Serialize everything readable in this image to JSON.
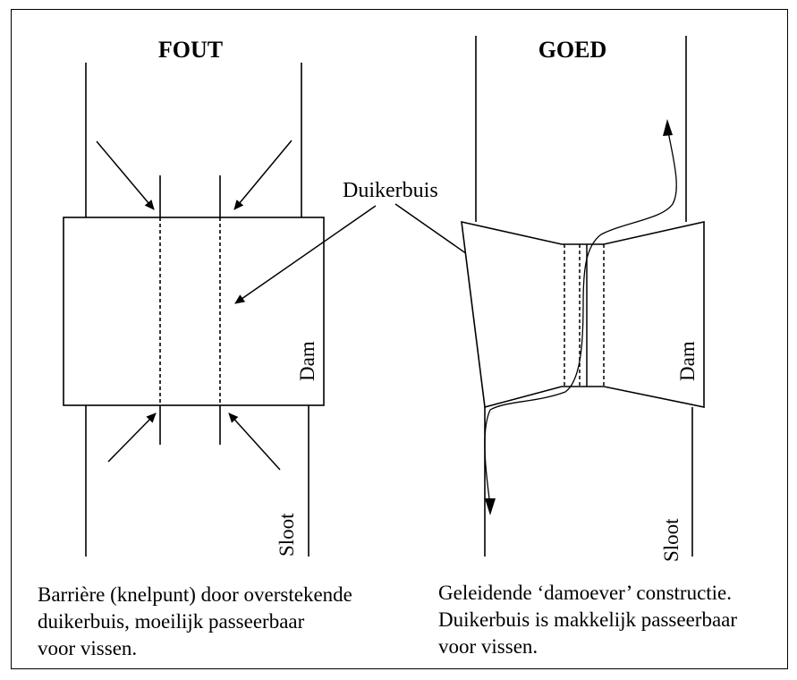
{
  "left": {
    "title": "FOUT",
    "dam_label": "Dam",
    "ditch_label": "Sloot",
    "caption": [
      "Barrière (knelpunt) door overstekende",
      "duikerbuis, moeilijk passeerbaar",
      "voor vissen."
    ]
  },
  "right": {
    "title": "GOED",
    "dam_label": "Dam",
    "ditch_label": "Sloot",
    "caption": [
      "Geleidende ‘damoever’ constructie.",
      "Duikerbuis is makkelijk passeerbaar",
      "voor vissen."
    ]
  },
  "callout": "Duikerbuis"
}
